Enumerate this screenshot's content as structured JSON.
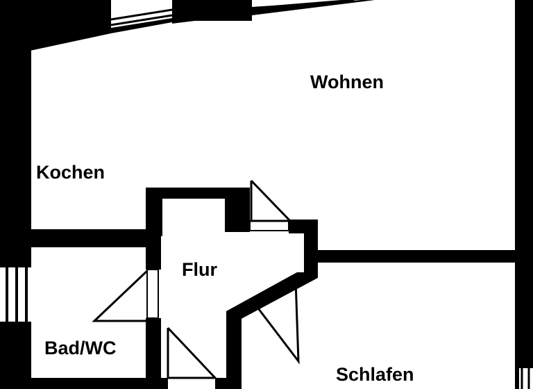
{
  "floorplan": {
    "rooms": {
      "wohnen": "Wohnen",
      "kochen": "Kochen",
      "flur": "Flur",
      "bad_wc": "Bad/WC",
      "schlafen": "Schlafen"
    },
    "colors": {
      "wall": "#000000",
      "background": "#ffffff"
    }
  }
}
